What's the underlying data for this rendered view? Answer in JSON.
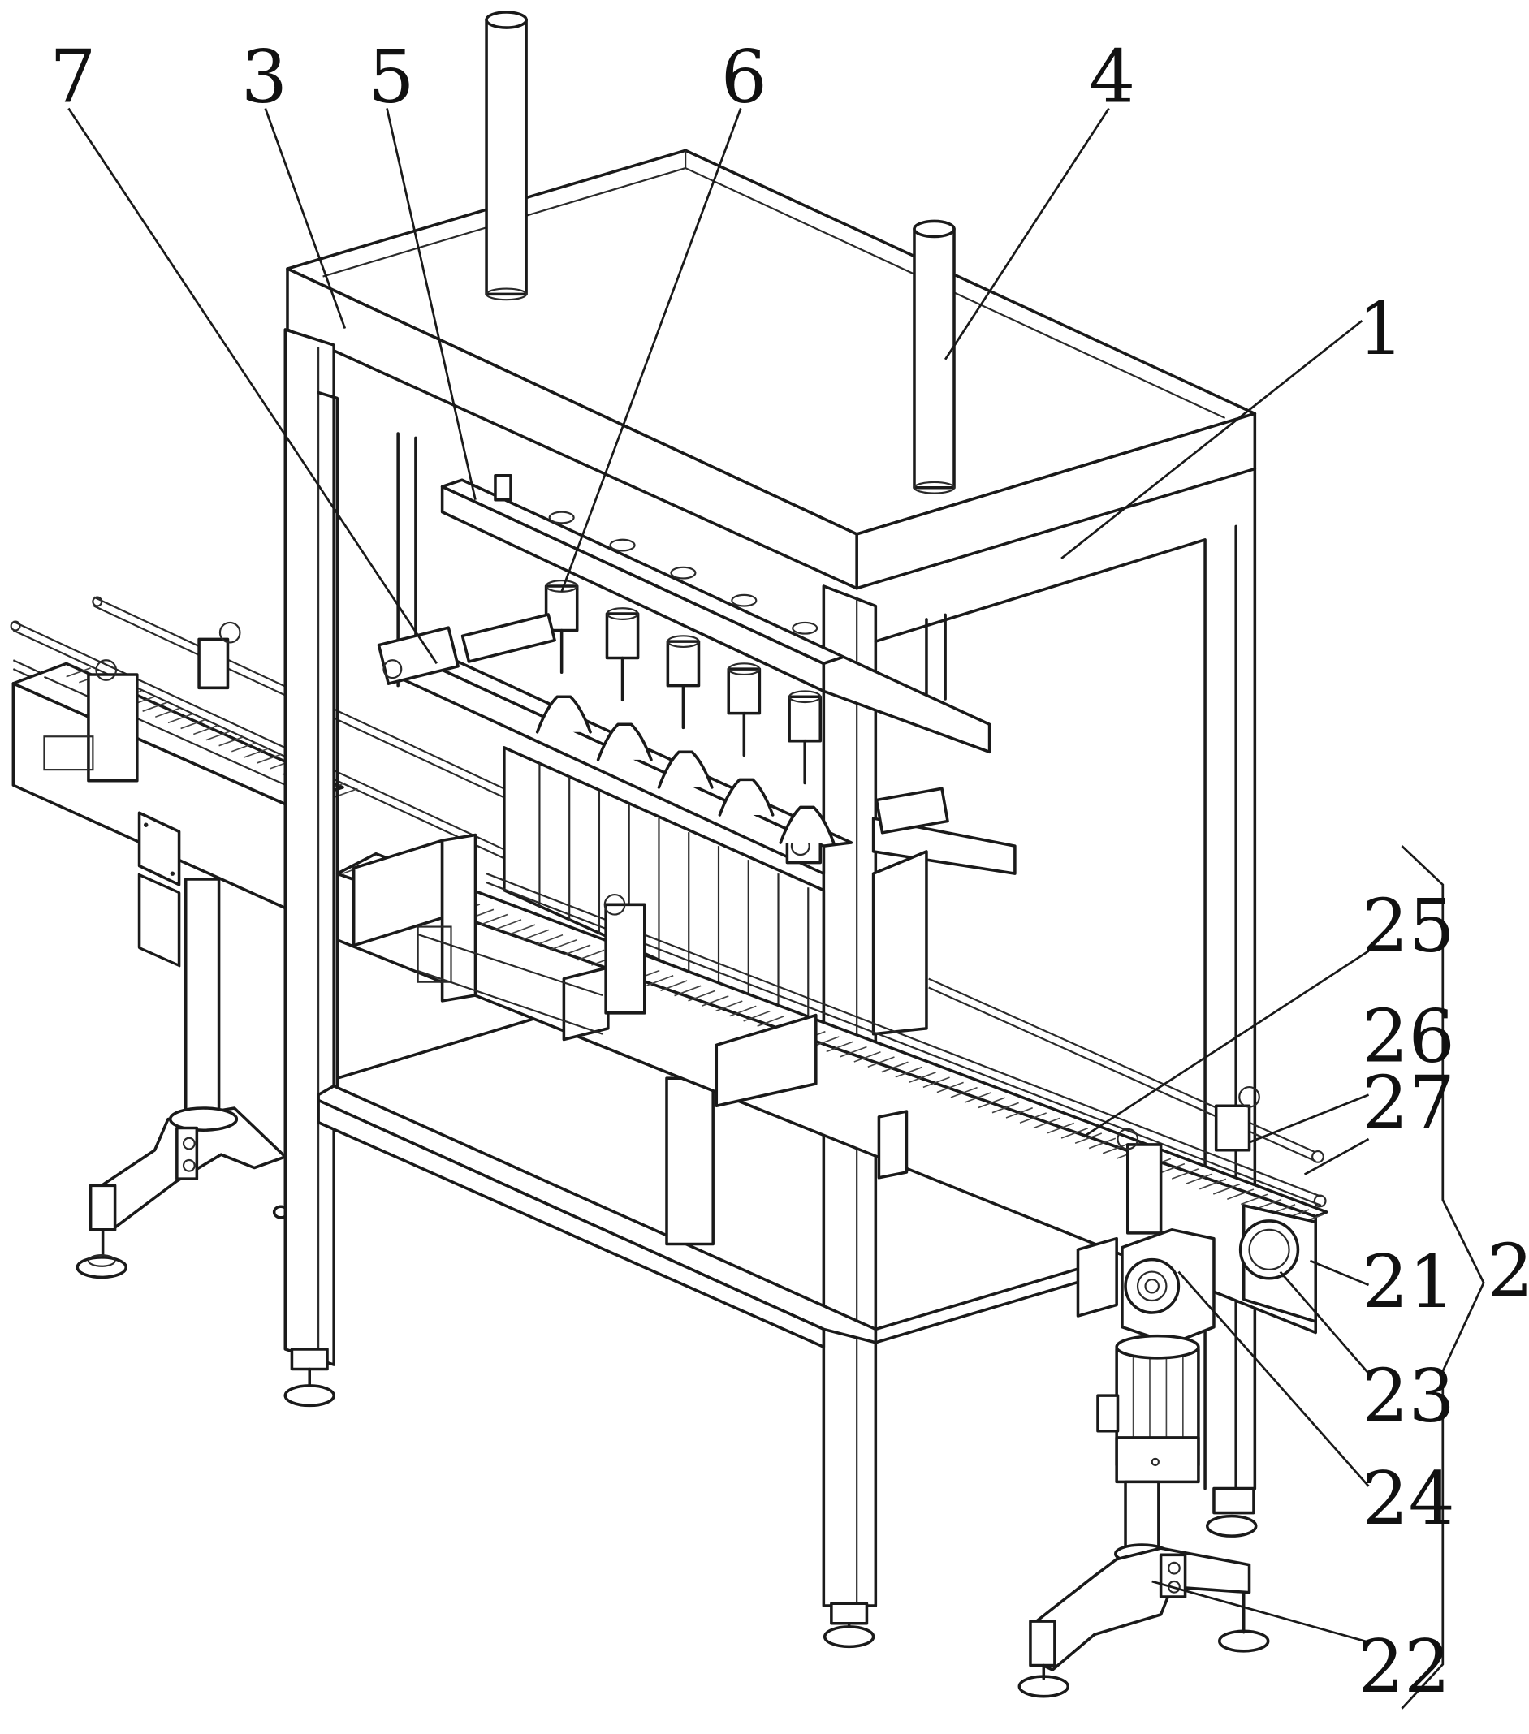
{
  "figure": {
    "type": "patent-style isometric line drawing",
    "subject": "bottle filling machine with conveyor"
  },
  "labels": [
    {
      "id": "7",
      "text": "7"
    },
    {
      "id": "3",
      "text": "3"
    },
    {
      "id": "5",
      "text": "5"
    },
    {
      "id": "6",
      "text": "6"
    },
    {
      "id": "4",
      "text": "4"
    },
    {
      "id": "1",
      "text": "1"
    },
    {
      "id": "25",
      "text": "25"
    },
    {
      "id": "26",
      "text": "26"
    },
    {
      "id": "27",
      "text": "27"
    },
    {
      "id": "21",
      "text": "21"
    },
    {
      "id": "2",
      "text": "2"
    },
    {
      "id": "23",
      "text": "23"
    },
    {
      "id": "24",
      "text": "24"
    },
    {
      "id": "22",
      "text": "22"
    }
  ],
  "group_bracket": {
    "label": "2",
    "members": [
      "25",
      "26",
      "27",
      "21",
      "23",
      "24",
      "22"
    ]
  }
}
